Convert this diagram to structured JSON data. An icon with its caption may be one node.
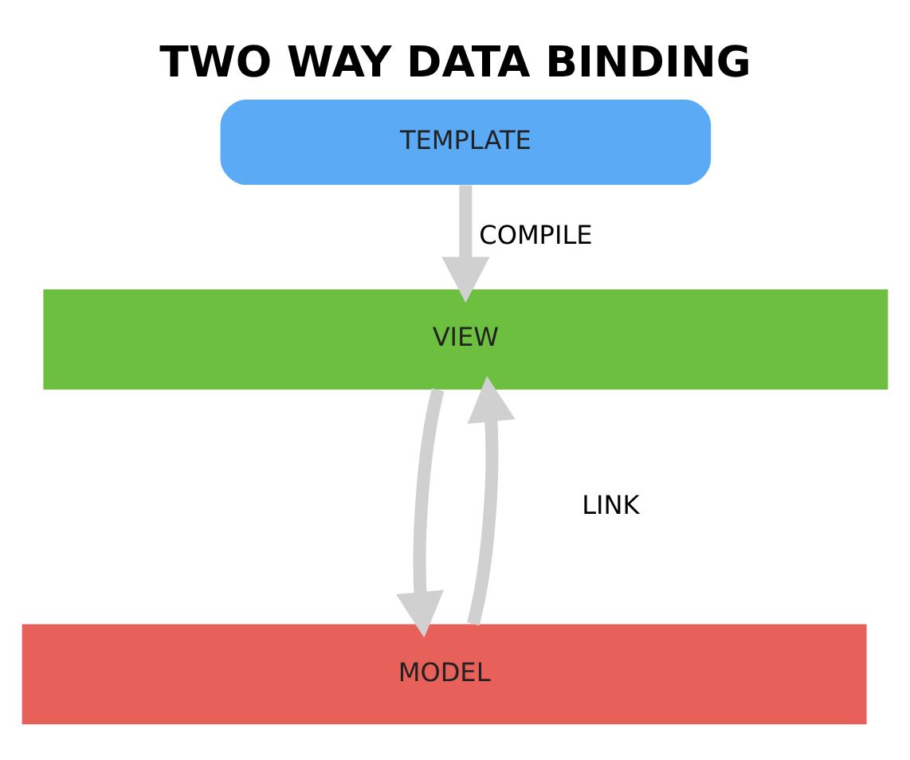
{
  "diagram": {
    "title": "TWO WAY DATA BINDING",
    "nodes": [
      {
        "text": [
          "TEMPLATE"
        ]
      },
      {
        "text": [
          "VIEW"
        ]
      },
      {
        "text": [
          "MODEL"
        ]
      }
    ],
    "edges": [
      {
        "from": 0,
        "to": 1,
        "arrow": "to",
        "label": "COMPILE"
      },
      {
        "from": 1,
        "to": 2,
        "arrow": "to"
      },
      {
        "from": 2,
        "to": 1,
        "arrow": "to"
      }
    ],
    "labels": [
      "LINK"
    ]
  }
}
